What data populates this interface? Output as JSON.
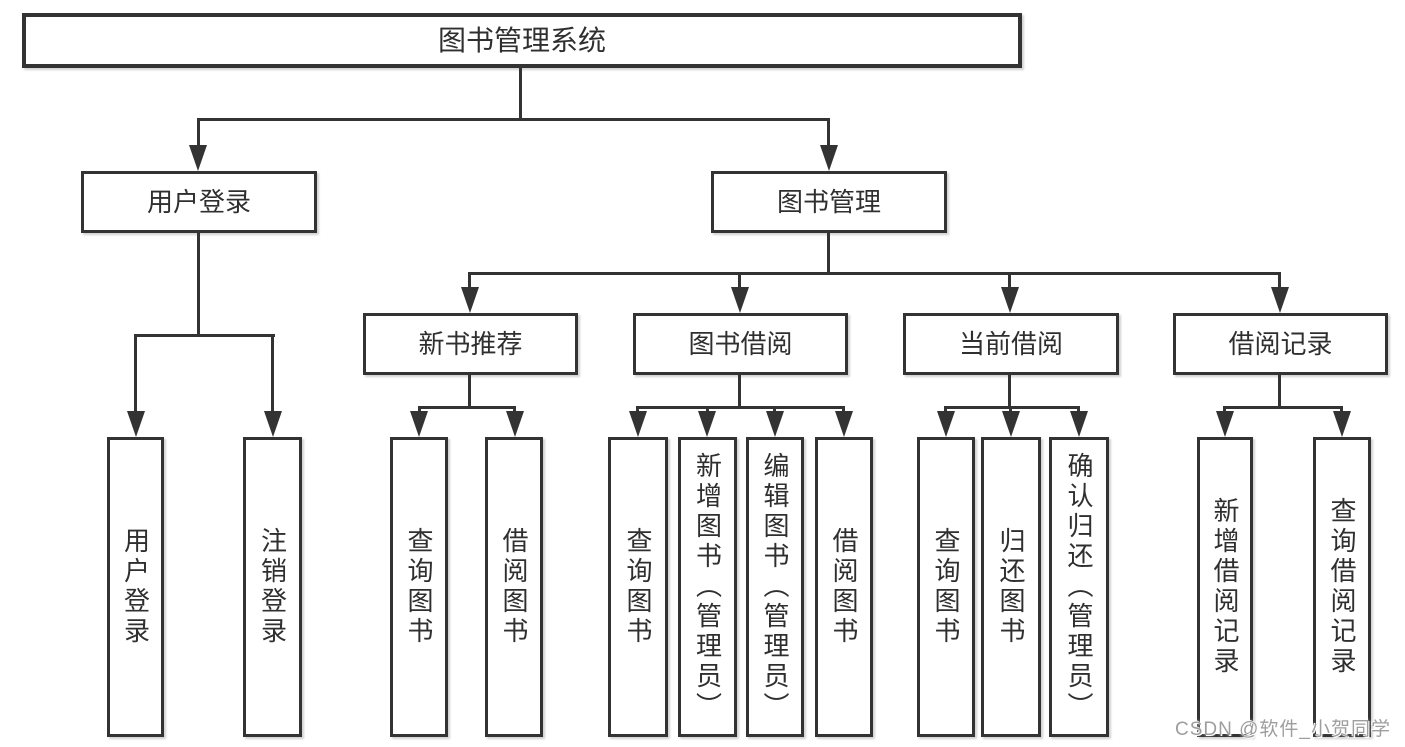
{
  "tree": {
    "label": "图书管理系统",
    "children": [
      {
        "label": "用户登录",
        "children": [
          {
            "label": "用户登录"
          },
          {
            "label": "注销登录"
          }
        ]
      },
      {
        "label": "图书管理",
        "children": [
          {
            "label": "新书推荐",
            "children": [
              {
                "label": "查询图书"
              },
              {
                "label": "借阅图书"
              }
            ]
          },
          {
            "label": "图书借阅",
            "children": [
              {
                "label": "查询图书"
              },
              {
                "label": "新增图书（管理员）"
              },
              {
                "label": "编辑图书（管理员）"
              },
              {
                "label": "借阅图书"
              }
            ]
          },
          {
            "label": "当前借阅",
            "children": [
              {
                "label": "查询图书"
              },
              {
                "label": "归还图书"
              },
              {
                "label": "确认归还（管理员）"
              }
            ]
          },
          {
            "label": "借阅记录",
            "children": [
              {
                "label": "新增借阅记录"
              },
              {
                "label": "查询借阅记录"
              }
            ]
          }
        ]
      }
    ]
  },
  "watermark": {
    "text": "CSDN @软件_小贺同学"
  },
  "colors": {
    "line": "#333333",
    "text": "#2f2f2f",
    "box_background": "#ffffff",
    "watermark_text": "#9e9e9e"
  }
}
